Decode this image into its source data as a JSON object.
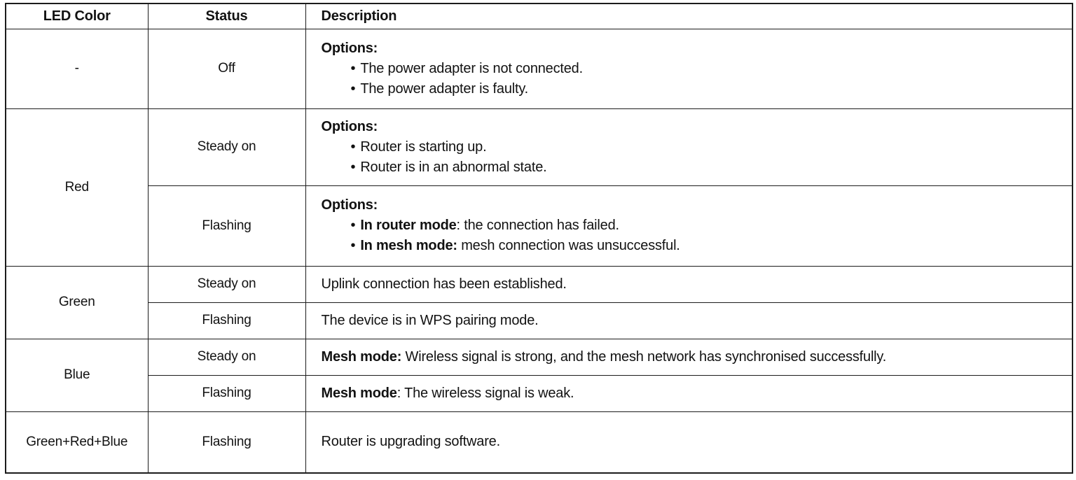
{
  "page": {
    "background": "#ffffff",
    "border_color": "#1c1c1c",
    "text_color": "#121212"
  },
  "icons": {
    "bullet_char": "•"
  },
  "table": {
    "columns": [
      "LED Color",
      "Status",
      "Description"
    ],
    "groups": [
      {
        "led": "-",
        "entries": [
          {
            "status": "Off",
            "desc": {
              "lines": [
                {
                  "type": "heading",
                  "segments": [
                    {
                      "text": "Options:",
                      "bold": true
                    }
                  ]
                },
                {
                  "type": "bullet",
                  "segments": [
                    {
                      "text": "The power adapter is not connected.",
                      "bold": false
                    }
                  ]
                },
                {
                  "type": "bullet",
                  "segments": [
                    {
                      "text": "The power adapter is faulty.",
                      "bold": false
                    }
                  ]
                }
              ]
            }
          }
        ]
      },
      {
        "led": "Red",
        "entries": [
          {
            "status": "Steady on",
            "desc": {
              "lines": [
                {
                  "type": "heading",
                  "segments": [
                    {
                      "text": "Options:",
                      "bold": true
                    }
                  ]
                },
                {
                  "type": "bullet",
                  "segments": [
                    {
                      "text": "Router is starting up.",
                      "bold": false
                    }
                  ]
                },
                {
                  "type": "bullet",
                  "segments": [
                    {
                      "text": "Router is in an abnormal state.",
                      "bold": false
                    }
                  ]
                }
              ]
            }
          },
          {
            "status": "Flashing",
            "desc": {
              "lines": [
                {
                  "type": "heading",
                  "segments": [
                    {
                      "text": "Options:",
                      "bold": true
                    }
                  ]
                },
                {
                  "type": "bullet",
                  "segments": [
                    {
                      "text": "In router mode",
                      "bold": true
                    },
                    {
                      "text": ": the connection has failed.",
                      "bold": false
                    }
                  ]
                },
                {
                  "type": "bullet",
                  "segments": [
                    {
                      "text": "In mesh mode:",
                      "bold": true
                    },
                    {
                      "text": " mesh connection was unsuccessful.",
                      "bold": false
                    }
                  ]
                }
              ]
            }
          }
        ]
      },
      {
        "led": "Green",
        "entries": [
          {
            "status": "Steady on",
            "desc": {
              "lines": [
                {
                  "type": "plain",
                  "segments": [
                    {
                      "text": "Uplink connection has been established.",
                      "bold": false
                    }
                  ]
                }
              ]
            }
          },
          {
            "status": "Flashing",
            "desc": {
              "lines": [
                {
                  "type": "plain",
                  "segments": [
                    {
                      "text": "The device is in WPS pairing mode.",
                      "bold": false
                    }
                  ]
                }
              ]
            }
          }
        ]
      },
      {
        "led": "Blue",
        "entries": [
          {
            "status": "Steady on",
            "desc": {
              "lines": [
                {
                  "type": "plain",
                  "segments": [
                    {
                      "text": "Mesh mode:",
                      "bold": true
                    },
                    {
                      "text": " Wireless signal is strong, and the mesh network has synchronised successfully.",
                      "bold": false
                    }
                  ]
                }
              ]
            }
          },
          {
            "status": "Flashing",
            "desc": {
              "lines": [
                {
                  "type": "plain",
                  "segments": [
                    {
                      "text": "Mesh mode",
                      "bold": true
                    },
                    {
                      "text": ": The wireless signal is weak.",
                      "bold": false
                    }
                  ]
                }
              ]
            }
          }
        ]
      },
      {
        "led": "Green+Red+Blue",
        "entries": [
          {
            "status": "Flashing",
            "desc": {
              "lines": [
                {
                  "type": "plain",
                  "segments": [
                    {
                      "text": "Router is upgrading software.",
                      "bold": false
                    }
                  ]
                }
              ]
            }
          }
        ]
      }
    ]
  }
}
